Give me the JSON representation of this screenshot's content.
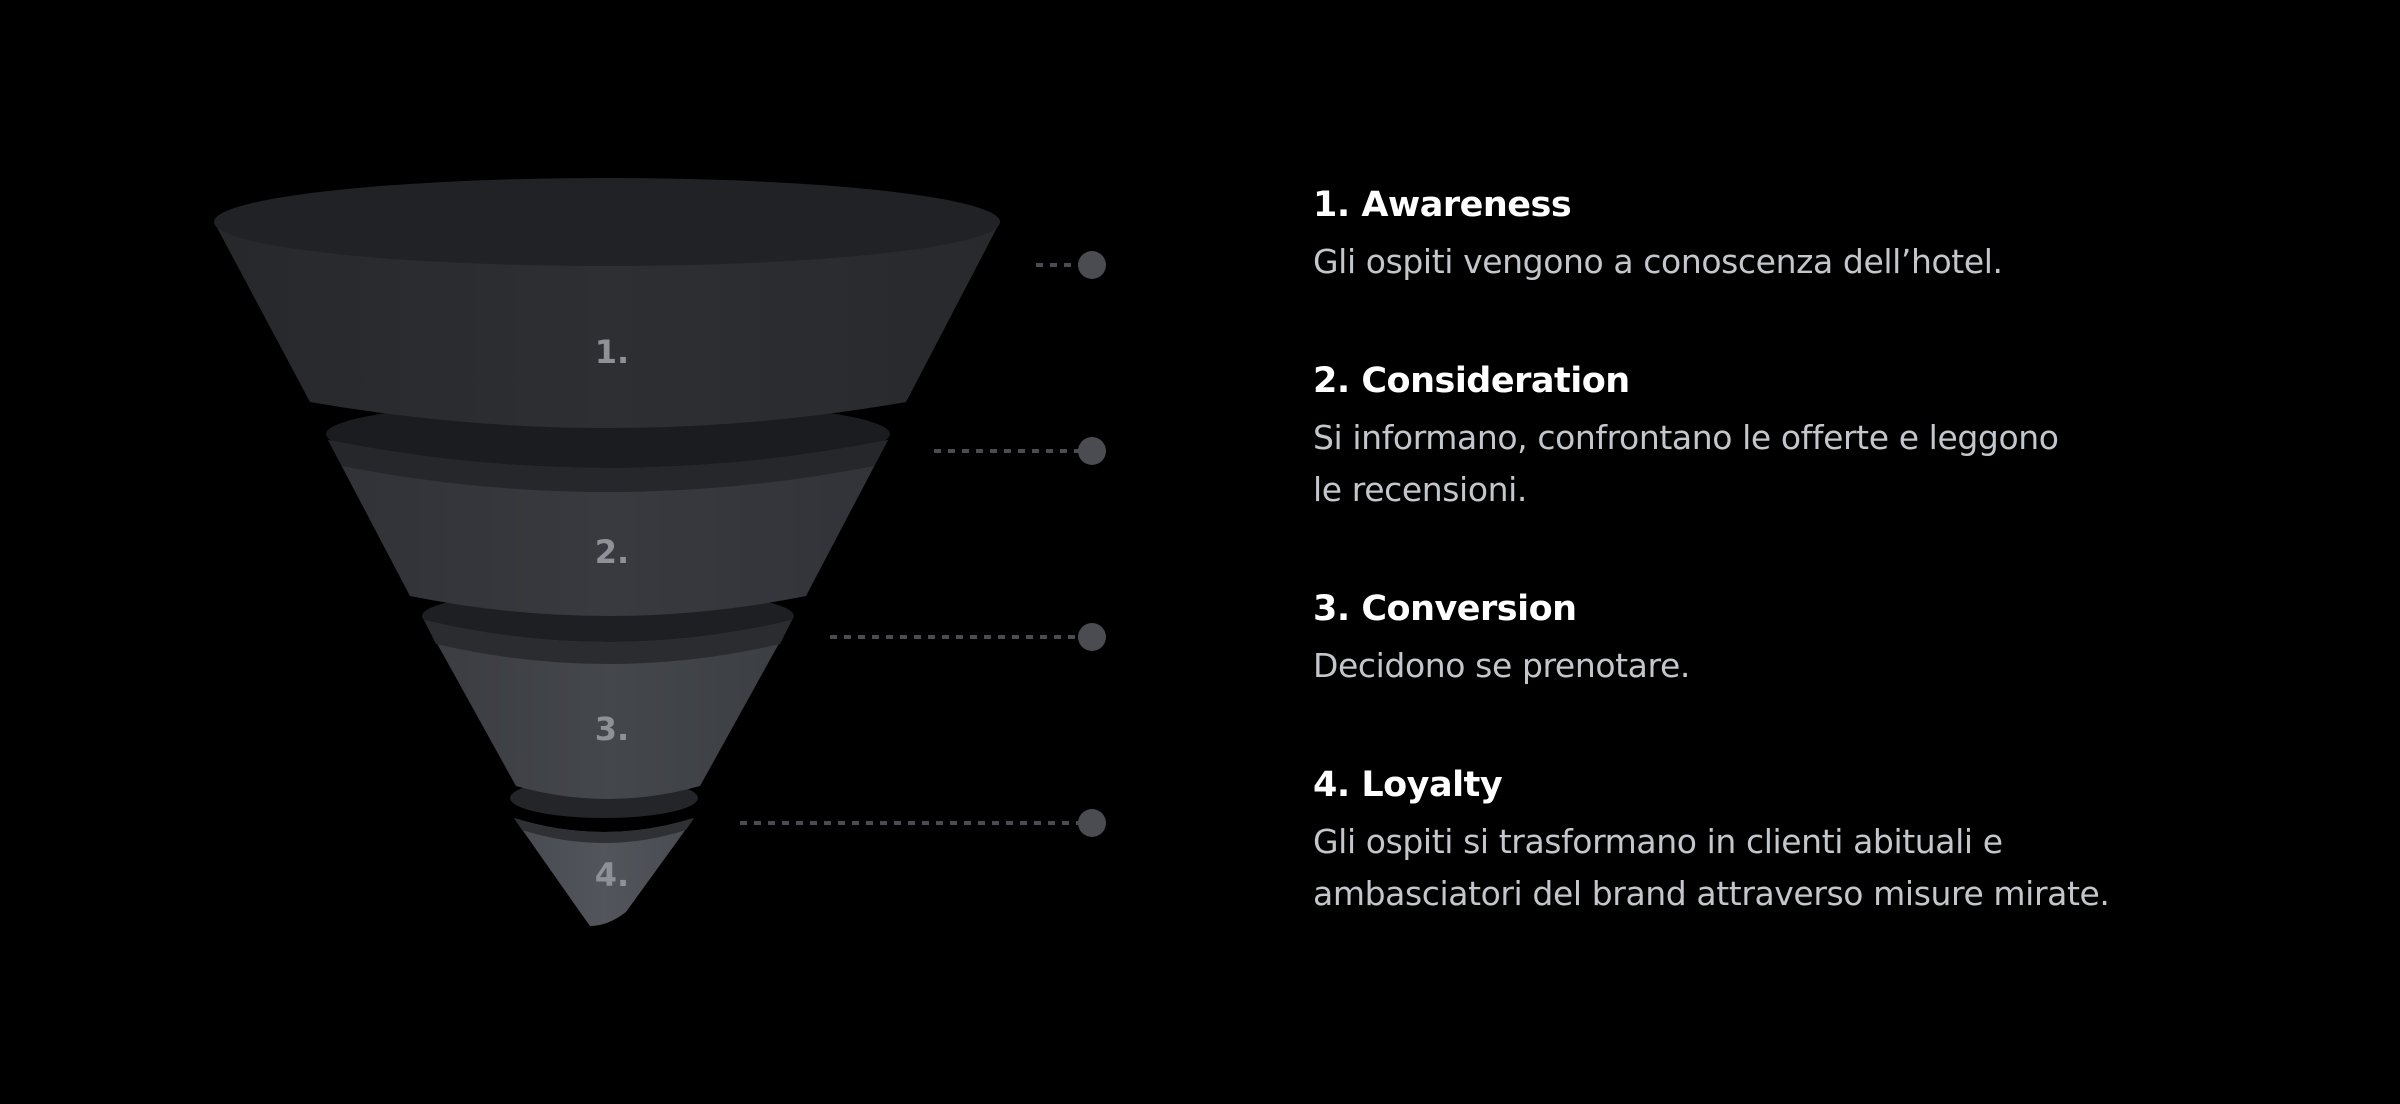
{
  "funnel": {
    "stages": [
      {
        "number": "1.",
        "title": "1. Awareness",
        "description": "Gli ospiti vengono a conoscenza dell’hotel."
      },
      {
        "number": "2.",
        "title": "2. Consideration",
        "description": "Si informano, confrontano le offerte e leggono\nle recensioni."
      },
      {
        "number": "3.",
        "title": "3. Conversion",
        "description": "Decidono se prenotare."
      },
      {
        "number": "4.",
        "title": "4. Loyalty",
        "description": "Gli ospiti si trasformano in clienti abituali e\nambasciatori del brand attraverso misure mirate."
      }
    ]
  },
  "colors": {
    "background": "#000000",
    "stage_1": "#2b2d31",
    "stage_2": "#35373c",
    "stage_3": "#3f4247",
    "stage_4": "#4d5056",
    "connector": "#4a4c51",
    "title": "#ffffff",
    "description": "#c3c6cb",
    "stage_number": "#8e9197"
  }
}
